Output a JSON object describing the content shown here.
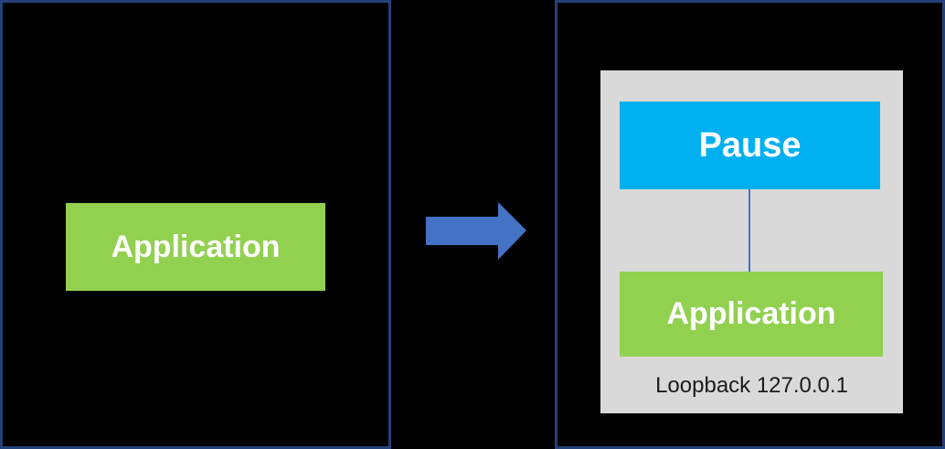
{
  "diagram": {
    "title_hint": "application-loopback-pause-diagram",
    "before_panel": {
      "application_label": "Application"
    },
    "transition_arrow": {
      "icon": "right-arrow-icon",
      "color": "#4472C4"
    },
    "after_panel": {
      "pause_label": "Pause",
      "application_label": "Application",
      "loopback_caption": "Loopback 127.0.0.1"
    }
  },
  "colors": {
    "background": "#000000",
    "panel_border": "#24417A",
    "panel_fill": "#000000",
    "application_green": "#92D050",
    "pause_cyan": "#00B0F0",
    "arrow_blue": "#4472C4",
    "connector_blue": "#4472C4",
    "pod_gray": "#D9D9D9",
    "box_text": "#FFFFFF",
    "caption_text": "#1B1B1B"
  }
}
